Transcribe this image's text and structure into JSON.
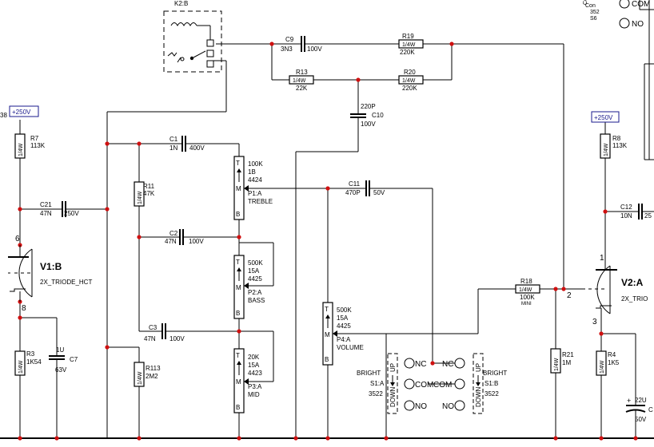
{
  "partial_left": "38",
  "partial_top_right": [
    "Con",
    "352",
    "S6"
  ],
  "top_switch": {
    "com": "COM",
    "no": "NO"
  },
  "relay": {
    "ref": "K2:B"
  },
  "supplies": {
    "left": "+250V",
    "right": "+250V"
  },
  "tubes": {
    "v1": {
      "ref": "V1:B",
      "type": "2X_TRIODE_HCT",
      "pin_plate": "6",
      "pin_cathode": "8"
    },
    "v2": {
      "ref": "V2:A",
      "type": "2X_TRIO",
      "pin_plate": "1",
      "pin_grid": "2",
      "pin_cathode": "3"
    }
  },
  "resistors": {
    "r7": {
      "ref": "R7",
      "value": "113K",
      "rating": "1/4W"
    },
    "r8": {
      "ref": "R8",
      "value": "113K",
      "rating": "1/4W"
    },
    "r3": {
      "ref": "R3",
      "value": "1K54",
      "rating": "1/4W"
    },
    "r4": {
      "ref": "R4",
      "value": "1K5",
      "rating": "1/4W"
    },
    "r11": {
      "ref": "R11",
      "value": "47K",
      "rating": "1/4W"
    },
    "r113": {
      "ref": "R113",
      "value": "2M2",
      "rating": "1/4W"
    },
    "r13": {
      "ref": "R13",
      "value": "22K",
      "rating": "1/4W"
    },
    "r19": {
      "ref": "R19",
      "value": "220K",
      "rating": "1/4W"
    },
    "r20": {
      "ref": "R20",
      "value": "220K",
      "rating": "1/4W"
    },
    "r18": {
      "ref": "R18",
      "value": "100K",
      "rating": "1/4W",
      "note": "MINI"
    },
    "r21": {
      "ref": "R21",
      "value": "1M",
      "rating": "1/4W"
    }
  },
  "capacitors": {
    "c1": {
      "ref": "C1",
      "value": "1N",
      "voltage": "400V"
    },
    "c2": {
      "ref": "C2",
      "value": "47N",
      "voltage": "100V"
    },
    "c3": {
      "ref": "C3",
      "value": "47N",
      "voltage": "100V"
    },
    "c7": {
      "ref": "C7",
      "value": "1U",
      "voltage": "63V"
    },
    "c9": {
      "ref": "C9",
      "value": "3N3",
      "voltage": "100V"
    },
    "c10": {
      "ref": "C10",
      "value": "220P",
      "voltage": "100V"
    },
    "c11": {
      "ref": "C11",
      "value": "470P",
      "voltage": "50V"
    },
    "c12": {
      "ref": "C12",
      "value": "10N",
      "voltage": "25"
    },
    "c21": {
      "ref": "C21",
      "value": "47N",
      "voltage": "250V"
    },
    "c_out": {
      "ref": "",
      "value": "22U",
      "voltage": "50V",
      "polarity": "+"
    }
  },
  "pots": {
    "p1": {
      "value": "100K",
      "taper": "1B",
      "code": "4424",
      "ref": "P1:A",
      "name": "TREBLE"
    },
    "p2": {
      "value": "500K",
      "taper": "15A",
      "code": "4425",
      "ref": "P2:A",
      "name": "BASS"
    },
    "p3": {
      "value": "20K",
      "taper": "15A",
      "code": "4423",
      "ref": "P3:A",
      "name": "MID"
    },
    "p4": {
      "value": "500K",
      "taper": "15A",
      "code": "4425",
      "ref": "P4:A",
      "name": "VOLUME"
    },
    "pins": {
      "top": "T",
      "mid": "M",
      "bottom": "B"
    }
  },
  "switches": {
    "s1a": {
      "label": "BRIGHT",
      "ref": "S1:A",
      "code": "3522",
      "up": "UP",
      "down": "DOWN",
      "nc": "NC",
      "com": "COM",
      "no": "NO"
    },
    "s1b": {
      "label": "BRIGHT",
      "ref": "S1:B",
      "code": "3522",
      "up": "UP",
      "down": "DOWN",
      "nc": "NC",
      "com": "COM",
      "no": "NO"
    }
  }
}
